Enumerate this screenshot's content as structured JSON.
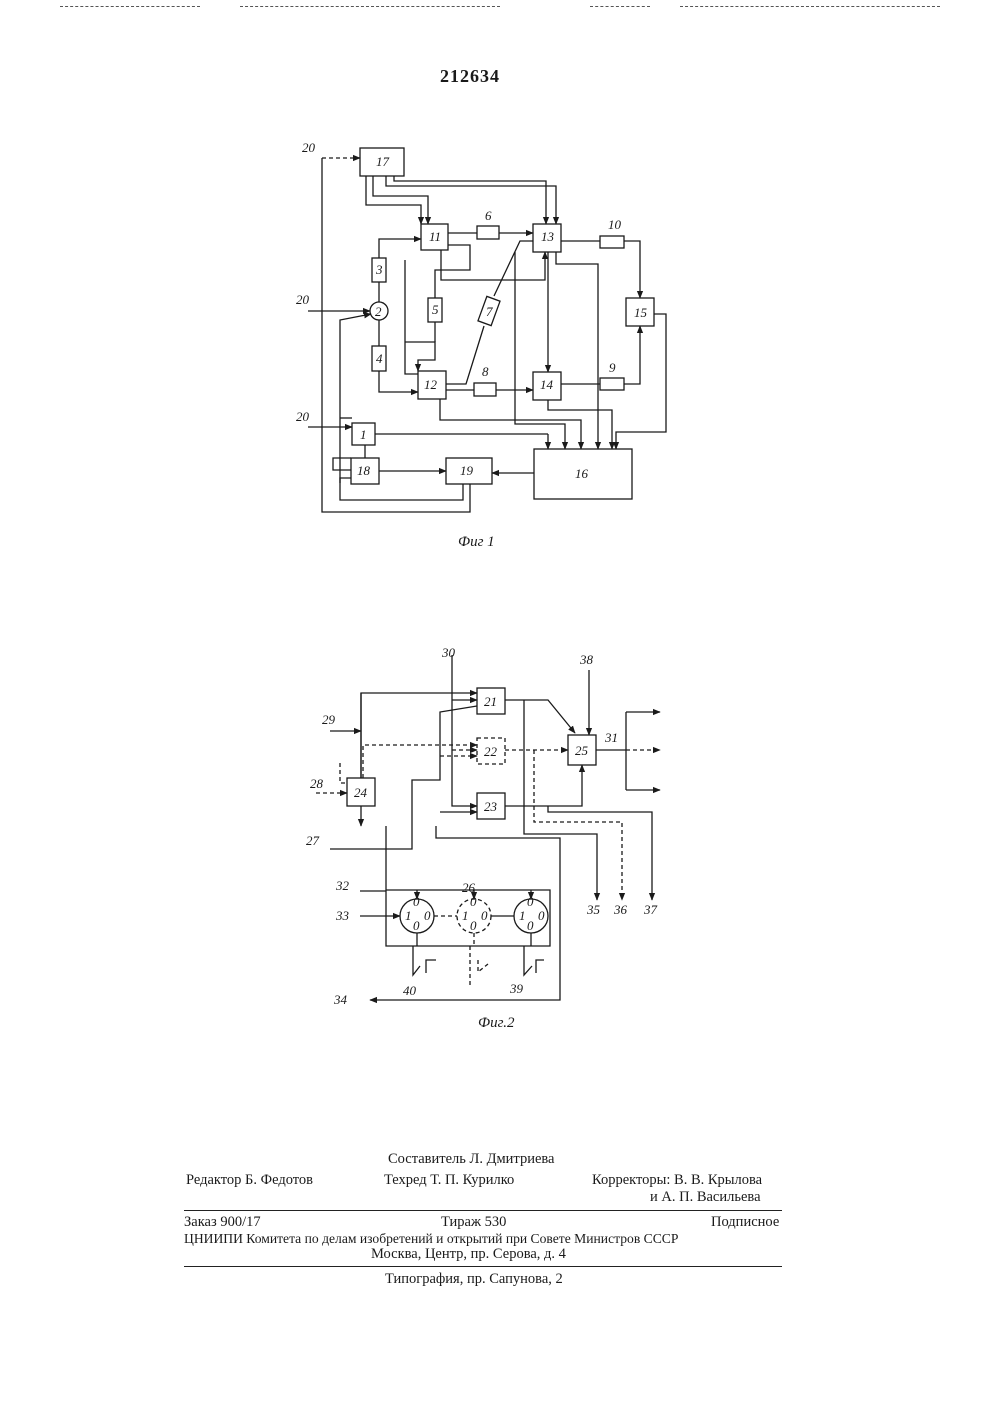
{
  "header": {
    "patent_number": "212634"
  },
  "fig1": {
    "caption": "Фиг 1",
    "blocks": {
      "b1": "1",
      "b2": "2",
      "b3": "3",
      "b4": "4",
      "b5": "5",
      "b6": "6",
      "b7": "7",
      "b8": "8",
      "b9": "9",
      "b10": "10",
      "b11": "11",
      "b12": "12",
      "b13": "13",
      "b14": "14",
      "b15": "15",
      "b16": "16",
      "b17": "17",
      "b18": "18",
      "b19": "19"
    },
    "input_labels": [
      "20",
      "20",
      "20"
    ]
  },
  "fig2": {
    "caption": "Фиг.2",
    "blocks": {
      "b21": "21",
      "b22": "22",
      "b23": "23",
      "b24": "24",
      "b25": "25",
      "b26": "26"
    },
    "terminals": {
      "t27": "27",
      "t28": "28",
      "t29": "29",
      "t30": "30",
      "t31": "31",
      "t32": "32",
      "t33": "33",
      "t34": "34",
      "t35": "35",
      "t36": "36",
      "t37": "37",
      "t38": "38",
      "t39": "39",
      "t40": "40"
    },
    "switch_marks": {
      "one": "1",
      "zero": "0"
    }
  },
  "colophon": {
    "compiler": "Составитель Л. Дмитриева",
    "editor": "Редактор Б. Федотов",
    "techred": "Техред Т. П. Курилко",
    "correctors_1": "Корректоры: В. В. Крылова",
    "correctors_2": "и А. П. Васильева",
    "order": "Заказ 900/17",
    "print_run": "Тираж 530",
    "subscription": "Подписное",
    "institute": "ЦНИИПИ Комитета по делам изобретений и открытий при Совете Министров СССР",
    "address": "Москва, Центр, пр. Серова, д. 4",
    "printing_house": "Типография, пр. Сапунова, 2"
  }
}
